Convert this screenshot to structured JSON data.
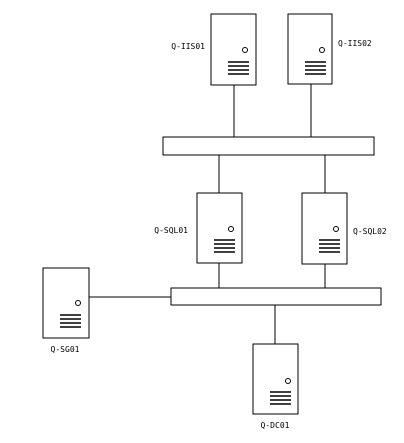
{
  "diagram": {
    "servers": [
      {
        "label": "Q-IIS01"
      },
      {
        "label": "Q-IIS02"
      },
      {
        "label": "Q-SQL01"
      },
      {
        "label": "Q-SQL02"
      },
      {
        "label": "Q-SG01"
      },
      {
        "label": "Q-DC01"
      }
    ],
    "colors": {
      "stroke": "#000000",
      "fill": "#ffffff",
      "label": "#000000"
    }
  }
}
